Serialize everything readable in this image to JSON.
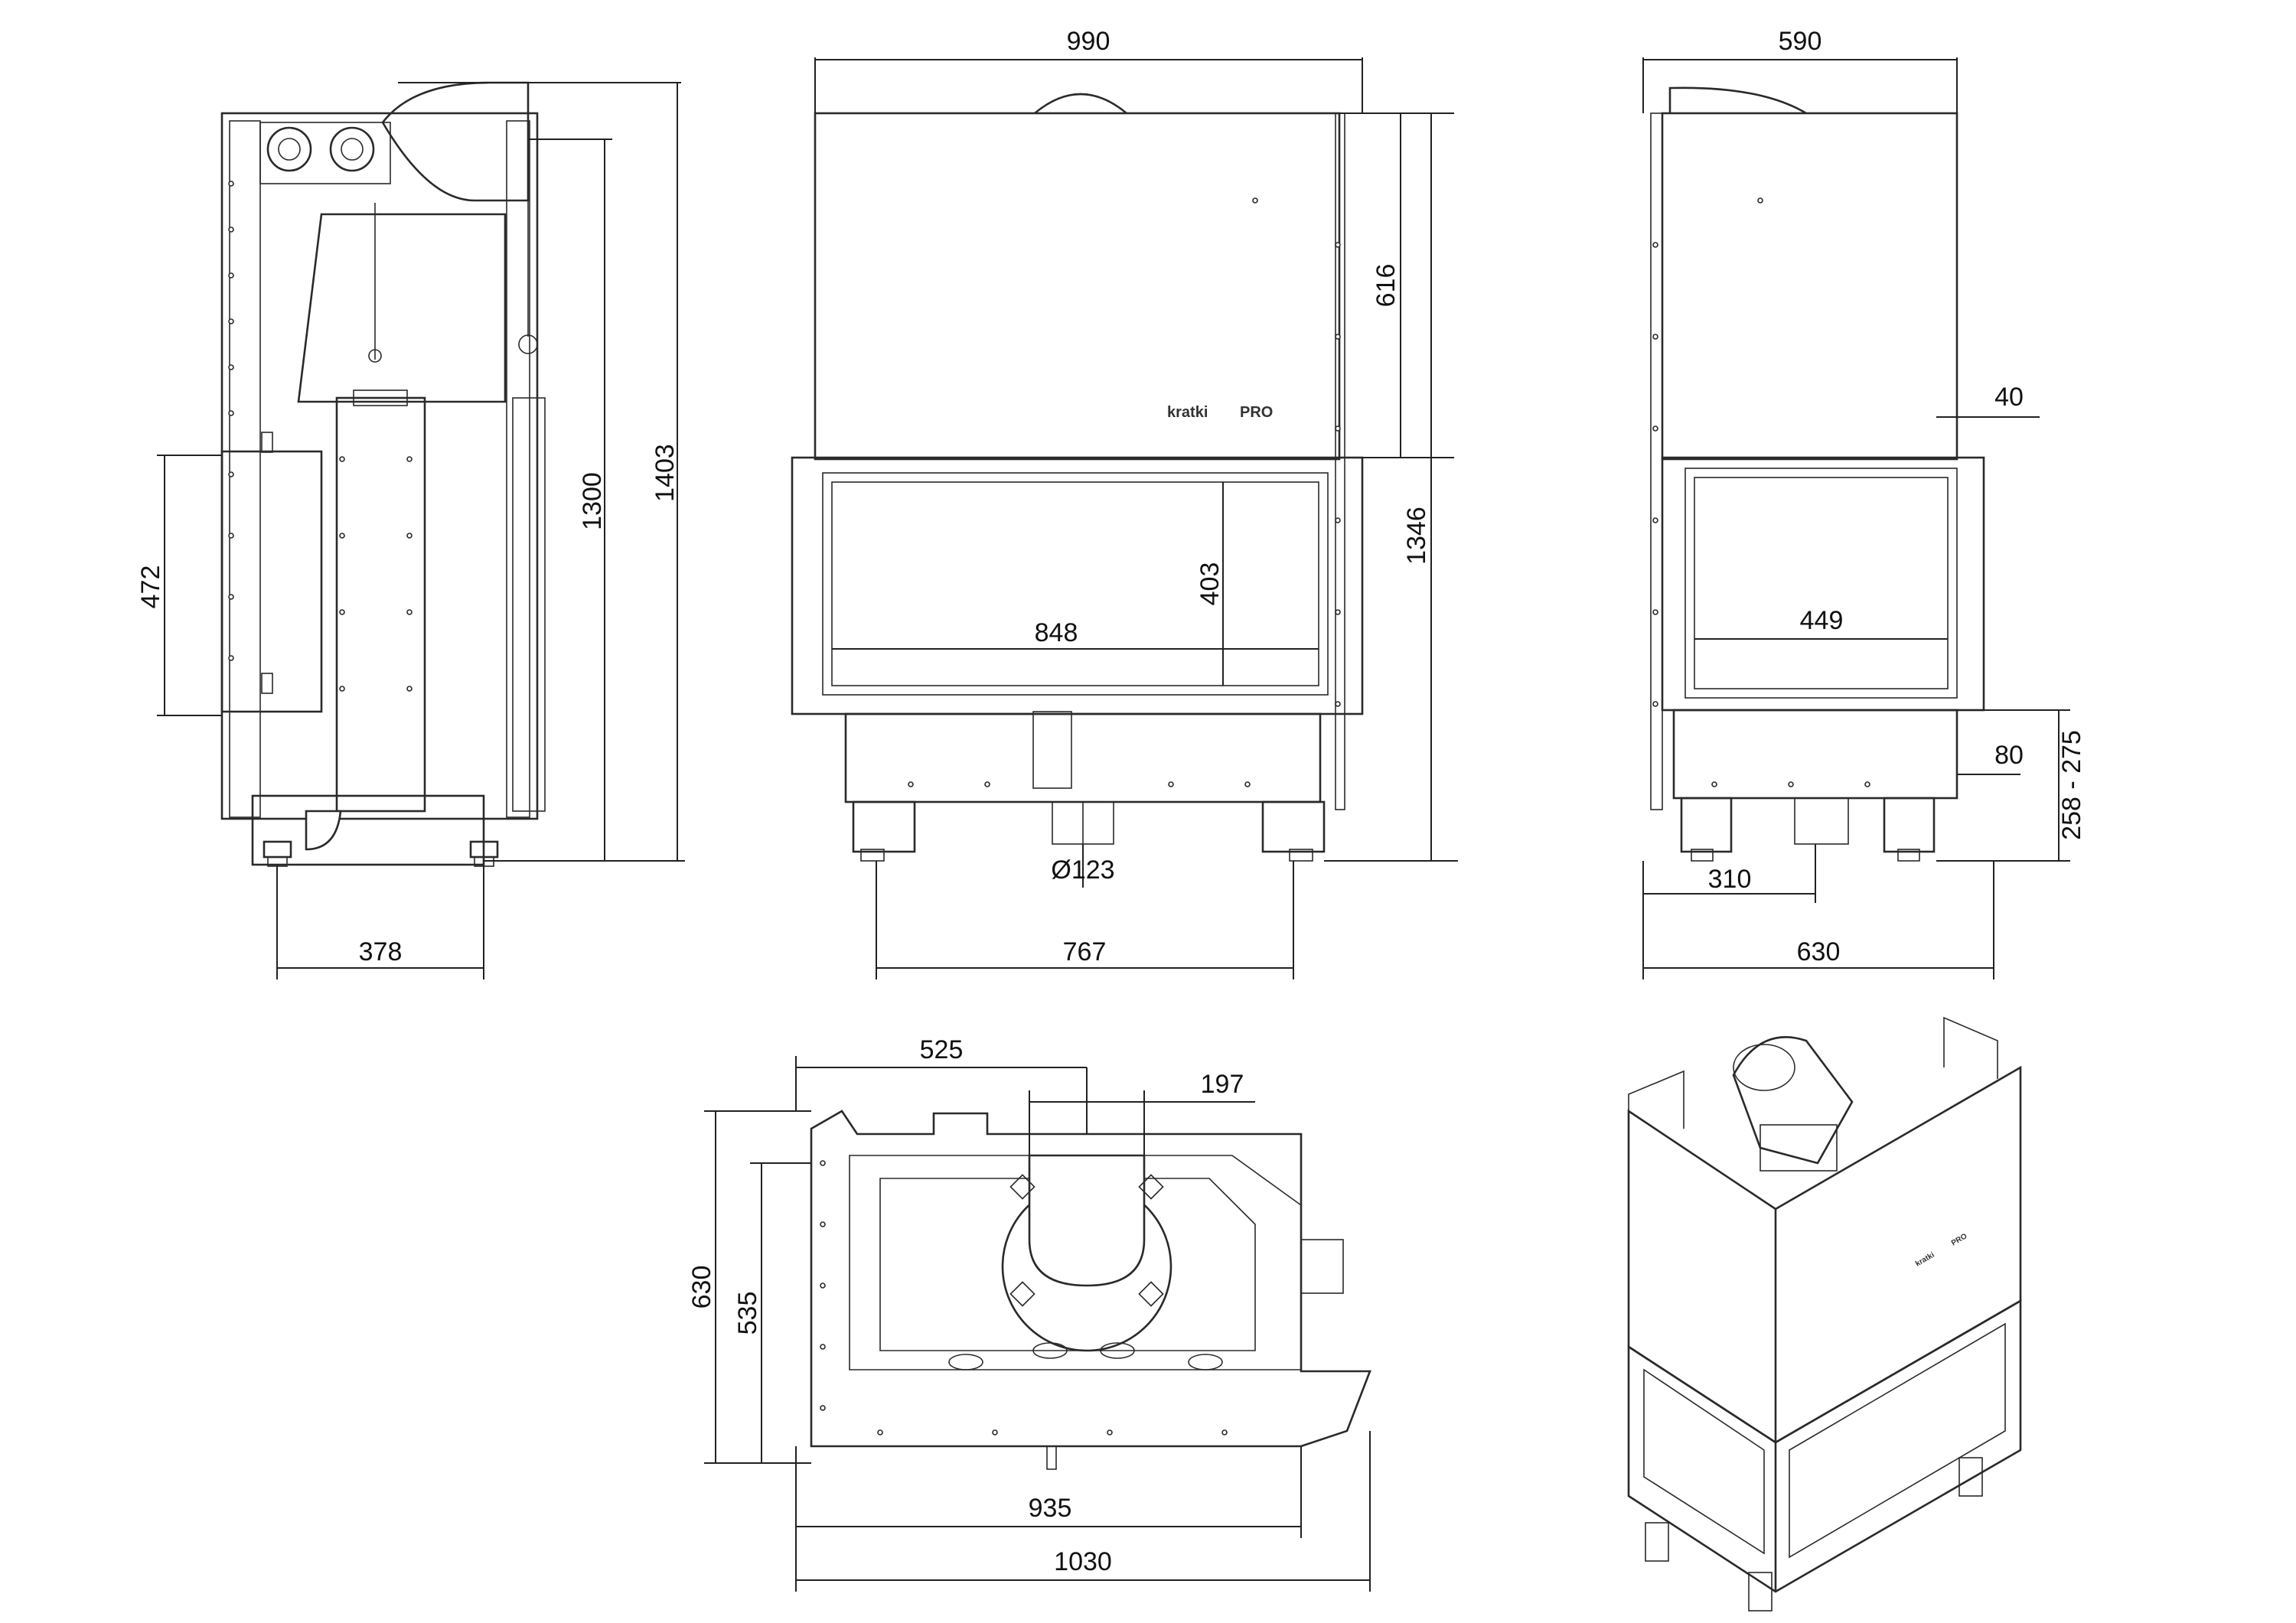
{
  "dimensions": {
    "side_view": {
      "height_total": "1403",
      "height_outlet": "1300",
      "door_height": "472",
      "foot_spacing": "378"
    },
    "front_view": {
      "width_top": "990",
      "height_upper": "616",
      "height_total": "1346",
      "glass_height": "403",
      "glass_width": "848",
      "inlet_diameter": "Ø123",
      "foot_spacing": "767"
    },
    "right_view": {
      "width_top": "590",
      "offset": "40",
      "glass_width": "449",
      "base_height": "80",
      "leg_range": "258 - 275",
      "inlet_offset": "310",
      "width_bottom": "630"
    },
    "top_view": {
      "outlet_offset": "525",
      "outlet_width": "197",
      "depth_total": "630",
      "depth_inner": "535",
      "width_inner": "935",
      "width_total": "1030"
    }
  },
  "logo": {
    "brand": "kratki",
    "suffix": "PRO"
  }
}
